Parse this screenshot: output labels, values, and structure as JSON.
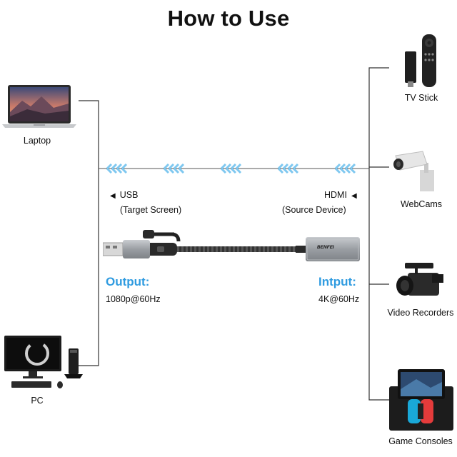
{
  "title": "How to Use",
  "left_devices": {
    "laptop": "Laptop",
    "pc": "PC"
  },
  "right_devices": {
    "tv_stick": "TV Stick",
    "webcams": "WebCams",
    "video_recorders": "Video Recorders",
    "game_consoles": "Game Consoles"
  },
  "usb_port": {
    "name": "USB",
    "note": "(Target Screen)"
  },
  "hdmi_port": {
    "name": "HDMI",
    "note": "(Source Device)"
  },
  "output": {
    "label": "Output:",
    "value": "1080p@60Hz"
  },
  "input": {
    "label": "Intput:",
    "value": "4K@60Hz"
  },
  "brand": "BENFEI",
  "colors": {
    "accent": "#2f9be0",
    "line": "#333333",
    "cable": "#3a3a3a",
    "aluminum": "#a7abb0"
  }
}
